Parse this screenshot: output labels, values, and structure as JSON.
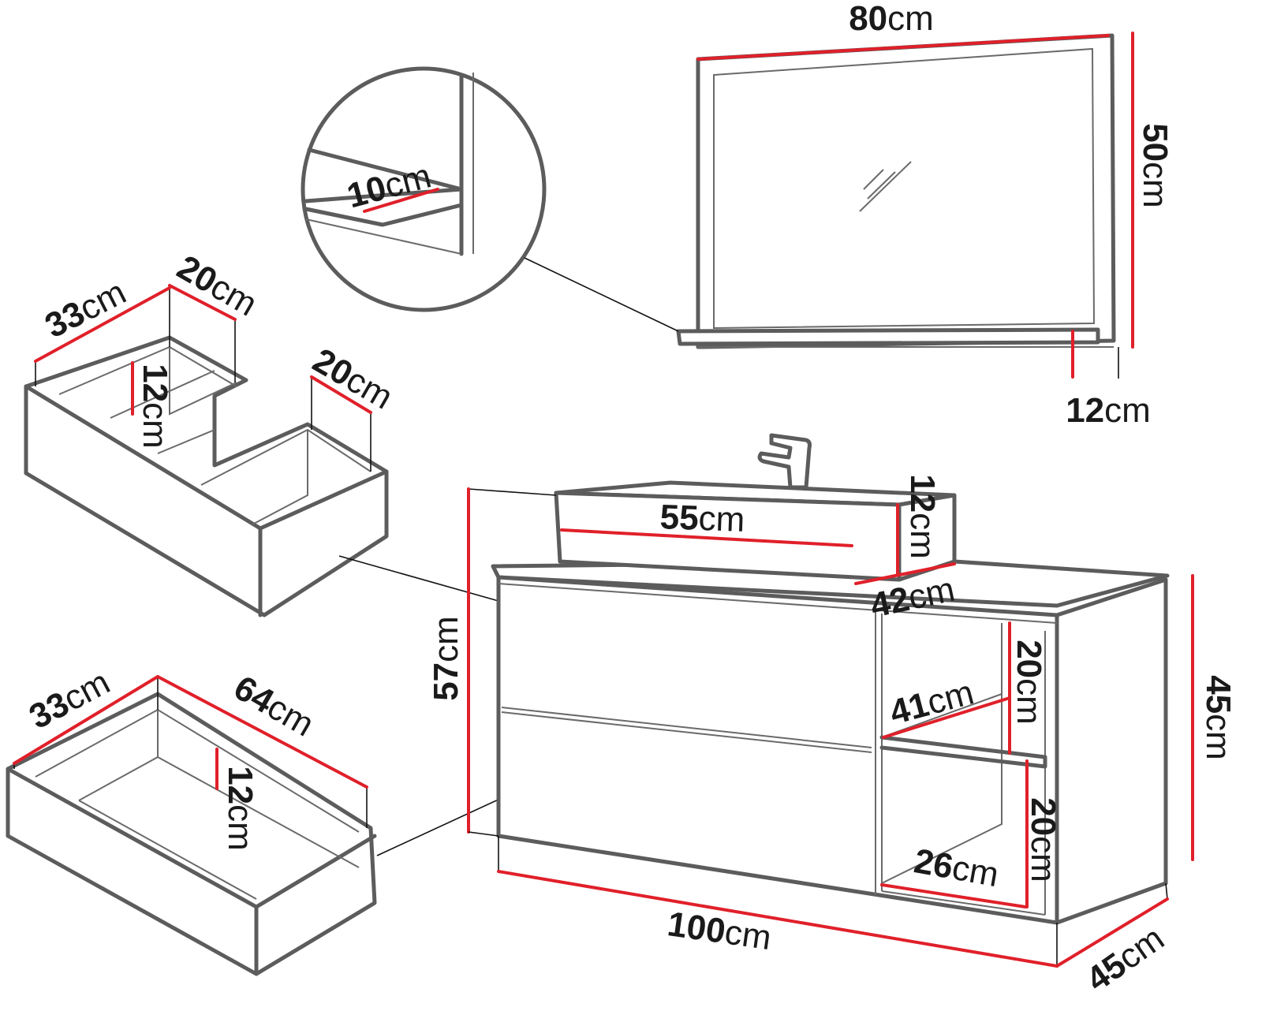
{
  "colors": {
    "dimension": "#e0202a",
    "outline": "#5c5c5c",
    "text": "#1a1a1a"
  },
  "labels": {
    "mirror_width": {
      "value": "80",
      "unit": "cm"
    },
    "mirror_height": {
      "value": "50",
      "unit": "cm"
    },
    "mirror_shelf_depth": {
      "value": "12",
      "unit": "cm"
    },
    "shelf_detail": {
      "value": "10",
      "unit": "cm"
    },
    "drawer_top_depth": {
      "value": "33",
      "unit": "cm"
    },
    "drawer_top_left_width": {
      "value": "20",
      "unit": "cm"
    },
    "drawer_top_height": {
      "value": "12",
      "unit": "cm"
    },
    "drawer_top_right_width": {
      "value": "20",
      "unit": "cm"
    },
    "drawer_bottom_depth": {
      "value": "33",
      "unit": "cm"
    },
    "drawer_bottom_width": {
      "value": "64",
      "unit": "cm"
    },
    "drawer_bottom_height": {
      "value": "12",
      "unit": "cm"
    },
    "sink_width": {
      "value": "55",
      "unit": "cm"
    },
    "sink_height": {
      "value": "12",
      "unit": "cm"
    },
    "sink_depth": {
      "value": "42",
      "unit": "cm"
    },
    "cabinet_total_height": {
      "value": "57",
      "unit": "cm"
    },
    "cabinet_height": {
      "value": "45",
      "unit": "cm"
    },
    "shelf_depth": {
      "value": "41",
      "unit": "cm"
    },
    "shelf_upper_height": {
      "value": "20",
      "unit": "cm"
    },
    "shelf_lower_height": {
      "value": "20",
      "unit": "cm"
    },
    "shelf_lower_width": {
      "value": "26",
      "unit": "cm"
    },
    "cabinet_width": {
      "value": "100",
      "unit": "cm"
    },
    "cabinet_depth": {
      "value": "45",
      "unit": "cm"
    }
  }
}
